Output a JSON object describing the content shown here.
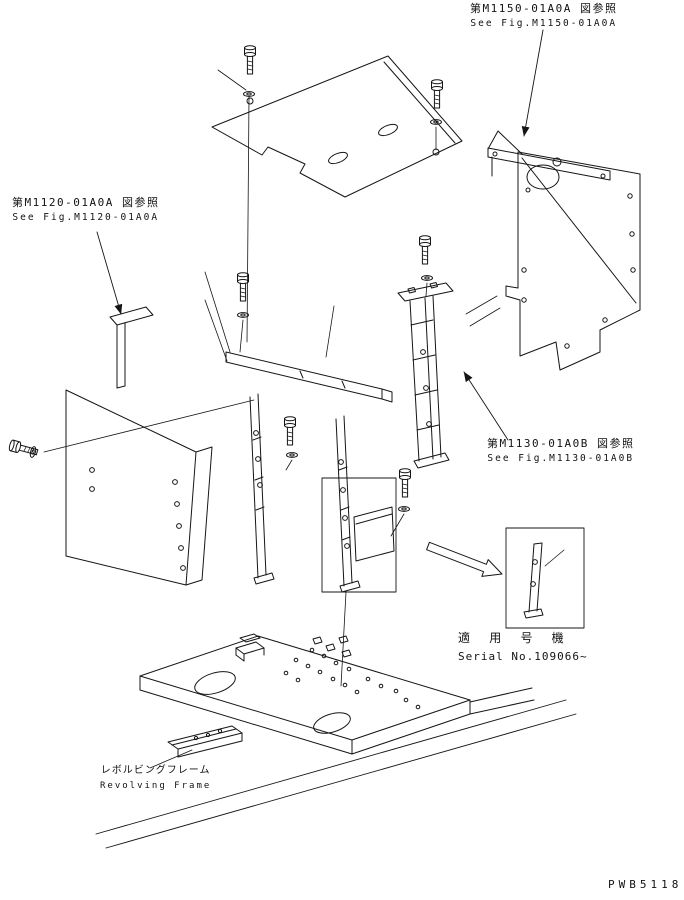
{
  "document": {
    "drawing_number": "PWB5118"
  },
  "labels": {
    "fig_top_right": {
      "jp": "第M1150-01A0A 図参照",
      "en": "See Fig.M1150-01A0A"
    },
    "fig_left": {
      "jp": "第M1120-01A0A 図参照",
      "en": "See Fig.M1120-01A0A"
    },
    "fig_right": {
      "jp": "第M1130-01A0B 図参照",
      "en": "See Fig.M1130-01A0B"
    },
    "applicable_serial": {
      "jp": "適 用 号 機",
      "en": "Serial No.109066~"
    },
    "revolving_frame": {
      "jp": "レボルビングフレーム",
      "en": "Revolving Frame"
    }
  }
}
